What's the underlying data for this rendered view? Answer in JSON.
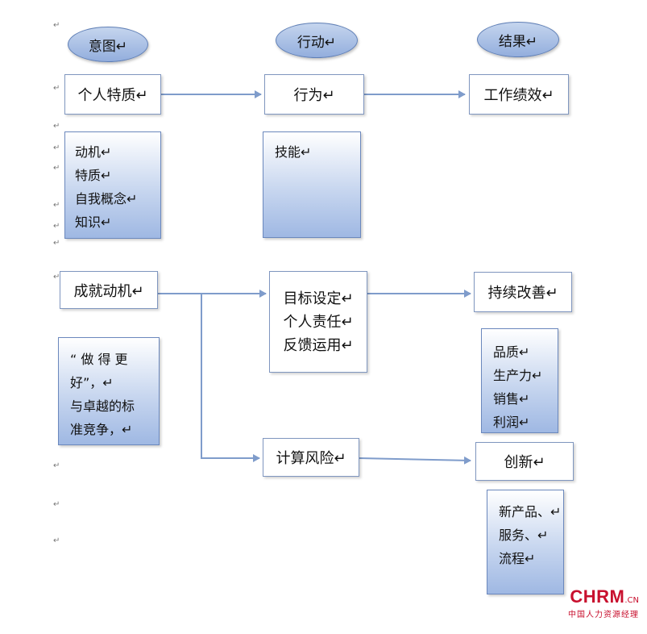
{
  "headers": {
    "intent": "意图↵",
    "action": "行动↵",
    "result": "结果↵"
  },
  "row1": {
    "trait": "个人特质↵",
    "behavior": "行为↵",
    "performance": "工作绩效↵"
  },
  "trait_panel": [
    "动机↵",
    "特质↵",
    "自我概念↵",
    "知识↵"
  ],
  "skill_panel": [
    "技能↵"
  ],
  "row2": {
    "achievement": "成就动机↵",
    "goals": [
      "目标设定↵",
      "个人责任↵",
      "反馈运用↵"
    ],
    "improve": "持续改善↵",
    "risk": "计算风险↵",
    "innovate": "创新↵"
  },
  "achievement_panel": [
    "“ 做 得 更",
    "好”，↵",
    "与卓越的标",
    "准竞争，↵"
  ],
  "improve_panel": [
    "品质↵",
    "生产力↵",
    "销售↵",
    "利润↵"
  ],
  "innovate_panel": [
    "新产品、↵",
    "服务、↵",
    "流程↵"
  ],
  "paragraph_mark": "↵",
  "logo": {
    "main": "CHRM",
    "suffix": ".CN",
    "sub": "中国人力资源经理"
  },
  "colors": {
    "arrow": "#7f9ccb",
    "panel_bottom": "#9fb8e3",
    "oval": "#a9bfe6",
    "logo": "#c8102e"
  }
}
